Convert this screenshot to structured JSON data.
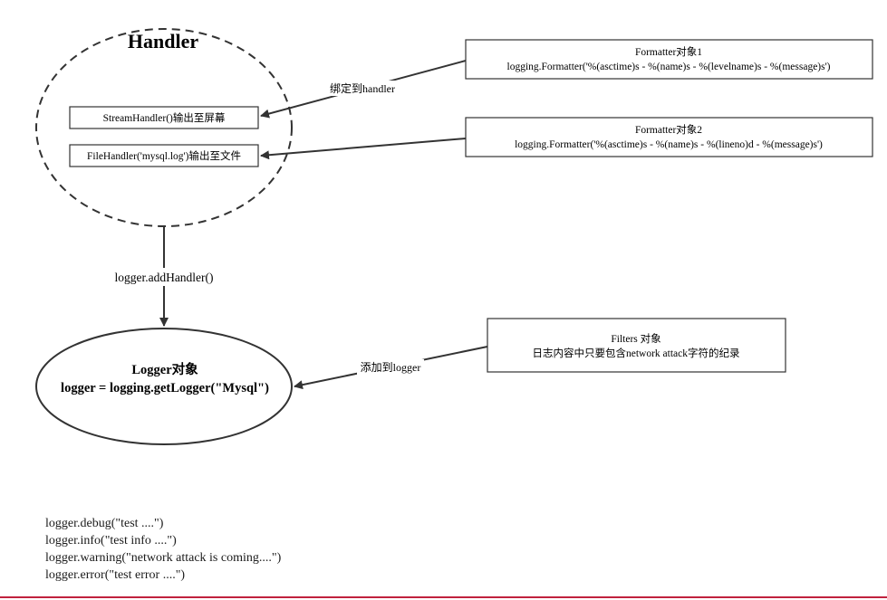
{
  "handler_group": {
    "title": "Handler",
    "stream_handler": "StreamHandler()输出至屏幕",
    "file_handler": "FileHandler('mysql.log')输出至文件"
  },
  "formatter1": {
    "title": "Formatter对象1",
    "body": "logging.Formatter('%(asctime)s - %(name)s - %(levelname)s - %(message)s')"
  },
  "formatter2": {
    "title": "Formatter对象2",
    "body": "logging.Formatter('%(asctime)s - %(name)s - %(lineno)d - %(message)s')"
  },
  "bind_label": "绑定到handler",
  "add_handler_label": "logger.addHandler()",
  "logger": {
    "line1": "Logger对象",
    "line2": "logger = logging.getLogger(\"Mysql\")"
  },
  "filters": {
    "title": "Filters 对象",
    "body": "日志内容中只要包含network attack字符的纪录"
  },
  "add_to_logger_label": "添加到logger",
  "code_lines": [
    "logger.debug(\"test ....\")",
    "logger.info(\"test info ....\")",
    "logger.warning(\"network attack is coming....\")",
    "logger.error(\"test error ....\")"
  ],
  "colors": {
    "stroke": "#333333",
    "bottom_rule": "#c0223e"
  }
}
